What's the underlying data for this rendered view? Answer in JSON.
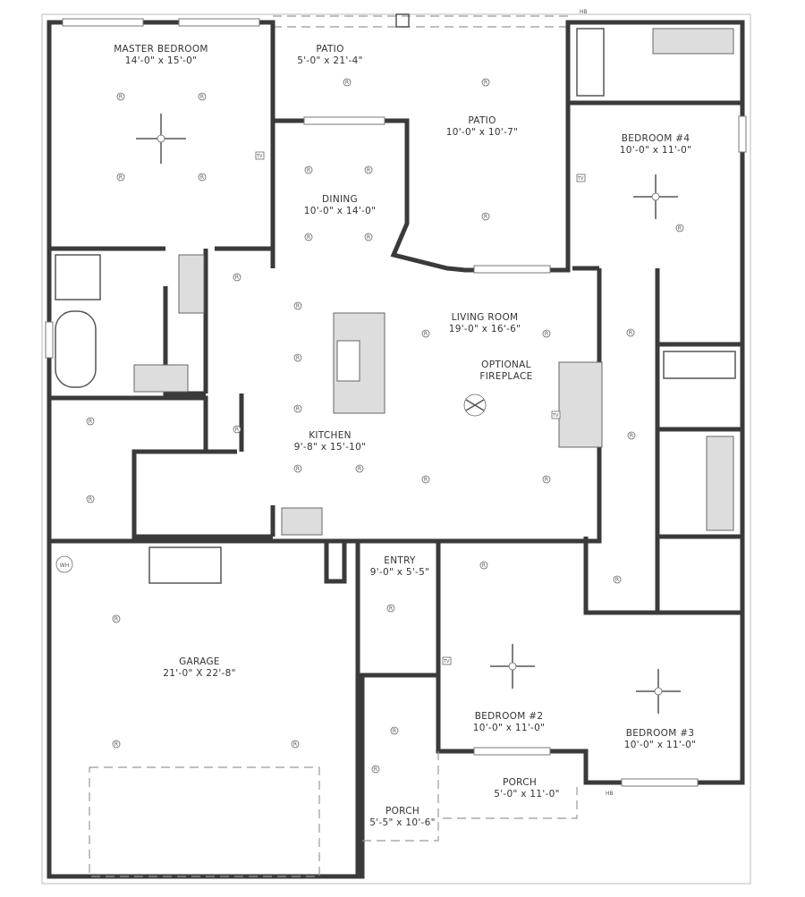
{
  "rooms": [
    {
      "name": "MASTER BEDROOM",
      "size": "14'-0\" x 15'-0\""
    },
    {
      "name": "PATIO",
      "size": "5'-0\" x 21'-4\""
    },
    {
      "name": "PATIO",
      "size": "10'-0\" x 10'-7\""
    },
    {
      "name": "BEDROOM #4",
      "size": "10'-0\" x 11'-0\""
    },
    {
      "name": "DINING",
      "size": "10'-0\" x 14'-0\""
    },
    {
      "name": "LIVING ROOM",
      "size": "19'-0\" x 16'-6\""
    },
    {
      "name": "KITCHEN",
      "size": "9'-8\" x 15'-10\""
    },
    {
      "name": "ENTRY",
      "size": "9'-0\" x 5'-5\""
    },
    {
      "name": "GARAGE",
      "size": "21'-0\" X 22'-8\""
    },
    {
      "name": "BEDROOM #2",
      "size": "10'-0\" x 11'-0\""
    },
    {
      "name": "BEDROOM #3",
      "size": "10'-0\" x 11'-0\""
    },
    {
      "name": "PORCH",
      "size": "5'-0\" x 11'-0\""
    },
    {
      "name": "PORCH",
      "size": "5'-5\" x 10'-6\""
    }
  ],
  "annotations": {
    "fireplace_line1": "OPTIONAL",
    "fireplace_line2": "FIREPLACE",
    "tv": "TV",
    "hose_bib": "HB",
    "water_heater": "WH",
    "recessed": "R"
  }
}
